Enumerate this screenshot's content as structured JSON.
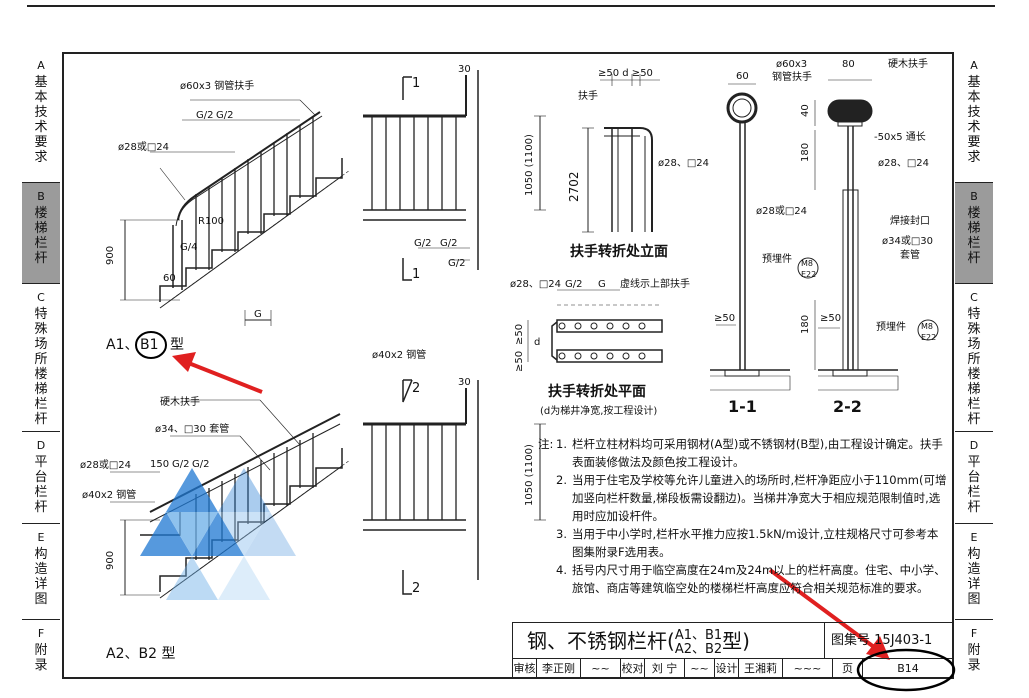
{
  "sidebar": {
    "items": [
      {
        "letter": "A",
        "label": "基本技术要求"
      },
      {
        "letter": "B",
        "label": "楼梯栏杆"
      },
      {
        "letter": "C",
        "label": "特殊场所楼梯栏杆"
      },
      {
        "letter": "D",
        "label": "平台栏杆"
      },
      {
        "letter": "E",
        "label": "构造详图"
      },
      {
        "letter": "F",
        "label": "附录"
      }
    ]
  },
  "drawing": {
    "a1": {
      "type_prefix": "A1、",
      "type_circled": "B1",
      "type_suffix": "型",
      "handrail": "ø60x3 钢管扶手",
      "g2a": "G/2",
      "g2b": "G/2",
      "post": "ø28或□24",
      "r100": "R100",
      "g4": "G/4",
      "h900": "900",
      "d60": "60",
      "g": "G"
    },
    "sec1": {
      "mark_top": "1",
      "mark_bottom": "1",
      "d30": "30",
      "h1050": "1050 (1100)",
      "g2a": "G/2",
      "g2b": "G/2",
      "g2c": "G/2"
    },
    "elev": {
      "dims": "≥50  d  ≥50",
      "handrail": "扶手",
      "post": "ø28、□24",
      "h2702": "2702",
      "title": "扶手转折处立面"
    },
    "plan": {
      "post": "ø28、□24",
      "g2": "G/2",
      "g": "G",
      "note": "虚线示上部扶手",
      "dim50a": "≥50",
      "dim50b": "≥50",
      "d": "d",
      "title": "扶手转折处平面",
      "subtitle": "(d为梯井净宽,按工程设计)"
    },
    "d11": {
      "d60": "60",
      "handrail": "ø60x3",
      "handrail2": "钢管扶手",
      "post": "ø28或□24",
      "embed": "预埋件",
      "m8": "M8",
      "e22": "E22",
      "d50": "≥50",
      "title": "1-1"
    },
    "d22": {
      "d80": "80",
      "wood": "硬木扶手",
      "h40": "40",
      "flat": "-50x5 通长",
      "h180a": "180",
      "post": "ø28、□24",
      "seal": "焊接封口",
      "sleeve": "ø34或□30",
      "sleeve2": "套管",
      "d50": "≥50",
      "h180b": "180",
      "embed": "预埋件",
      "m8": "M8",
      "e22": "E22",
      "title": "2-2"
    },
    "a2": {
      "type": "A2、B2 型",
      "pipe": "ø40x2 钢管",
      "wood": "硬木扶手",
      "sleeve": "ø34、□30 套管",
      "post": "ø28或□24",
      "d150": "150",
      "g2a": "G/2",
      "g2b": "G/2",
      "pipe2": "ø40x2 钢管",
      "h900": "900"
    },
    "sec2": {
      "mark_top": "2",
      "mark_bottom": "2",
      "d30": "30",
      "h1050": "1050 (1100)"
    }
  },
  "notes": {
    "lead": "注:",
    "items": [
      {
        "num": "1.",
        "text": "栏杆立柱材料均可采用钢材(A型)或不锈钢材(B型),由工程设计确定。扶手表面装修做法及颜色按工程设计。"
      },
      {
        "num": "2.",
        "text": "当用于住宅及学校等允许儿童进入的场所时,栏杆净距应小于110mm(可增加竖向栏杆数量,梯段板需设翻边)。当梯井净宽大于相应规范限制值时,选用时应加设杆件。"
      },
      {
        "num": "3.",
        "text": "当用于中小学时,栏杆水平推力应按1.5kN/m设计,立柱规格尺寸可参考本图集附录F选用表。"
      },
      {
        "num": "4.",
        "text": "括号内尺寸用于临空高度在24m及24m以上的栏杆高度。住宅、中小学、旅馆、商店等建筑临空处的楼梯栏杆高度应符合相关规范标准的要求。"
      }
    ]
  },
  "title_block": {
    "title_prefix": "钢、不锈钢栏杆(",
    "title_line1": "A1、B1",
    "title_line2": "A2、B2",
    "title_suffix": "型)",
    "atlas_label": "图集号",
    "atlas_no": "15J403-1",
    "review_label": "审核",
    "reviewer": "李正刚",
    "check_label": "校对",
    "checker": "刘  宁",
    "design_label": "设计",
    "designer": "王湘莉",
    "page_label": "页",
    "page_no": "B14"
  },
  "colors": {
    "annotation": "#e02020",
    "overlay_blue": "#1e78d2",
    "active_tab": "#9b9b9b"
  }
}
